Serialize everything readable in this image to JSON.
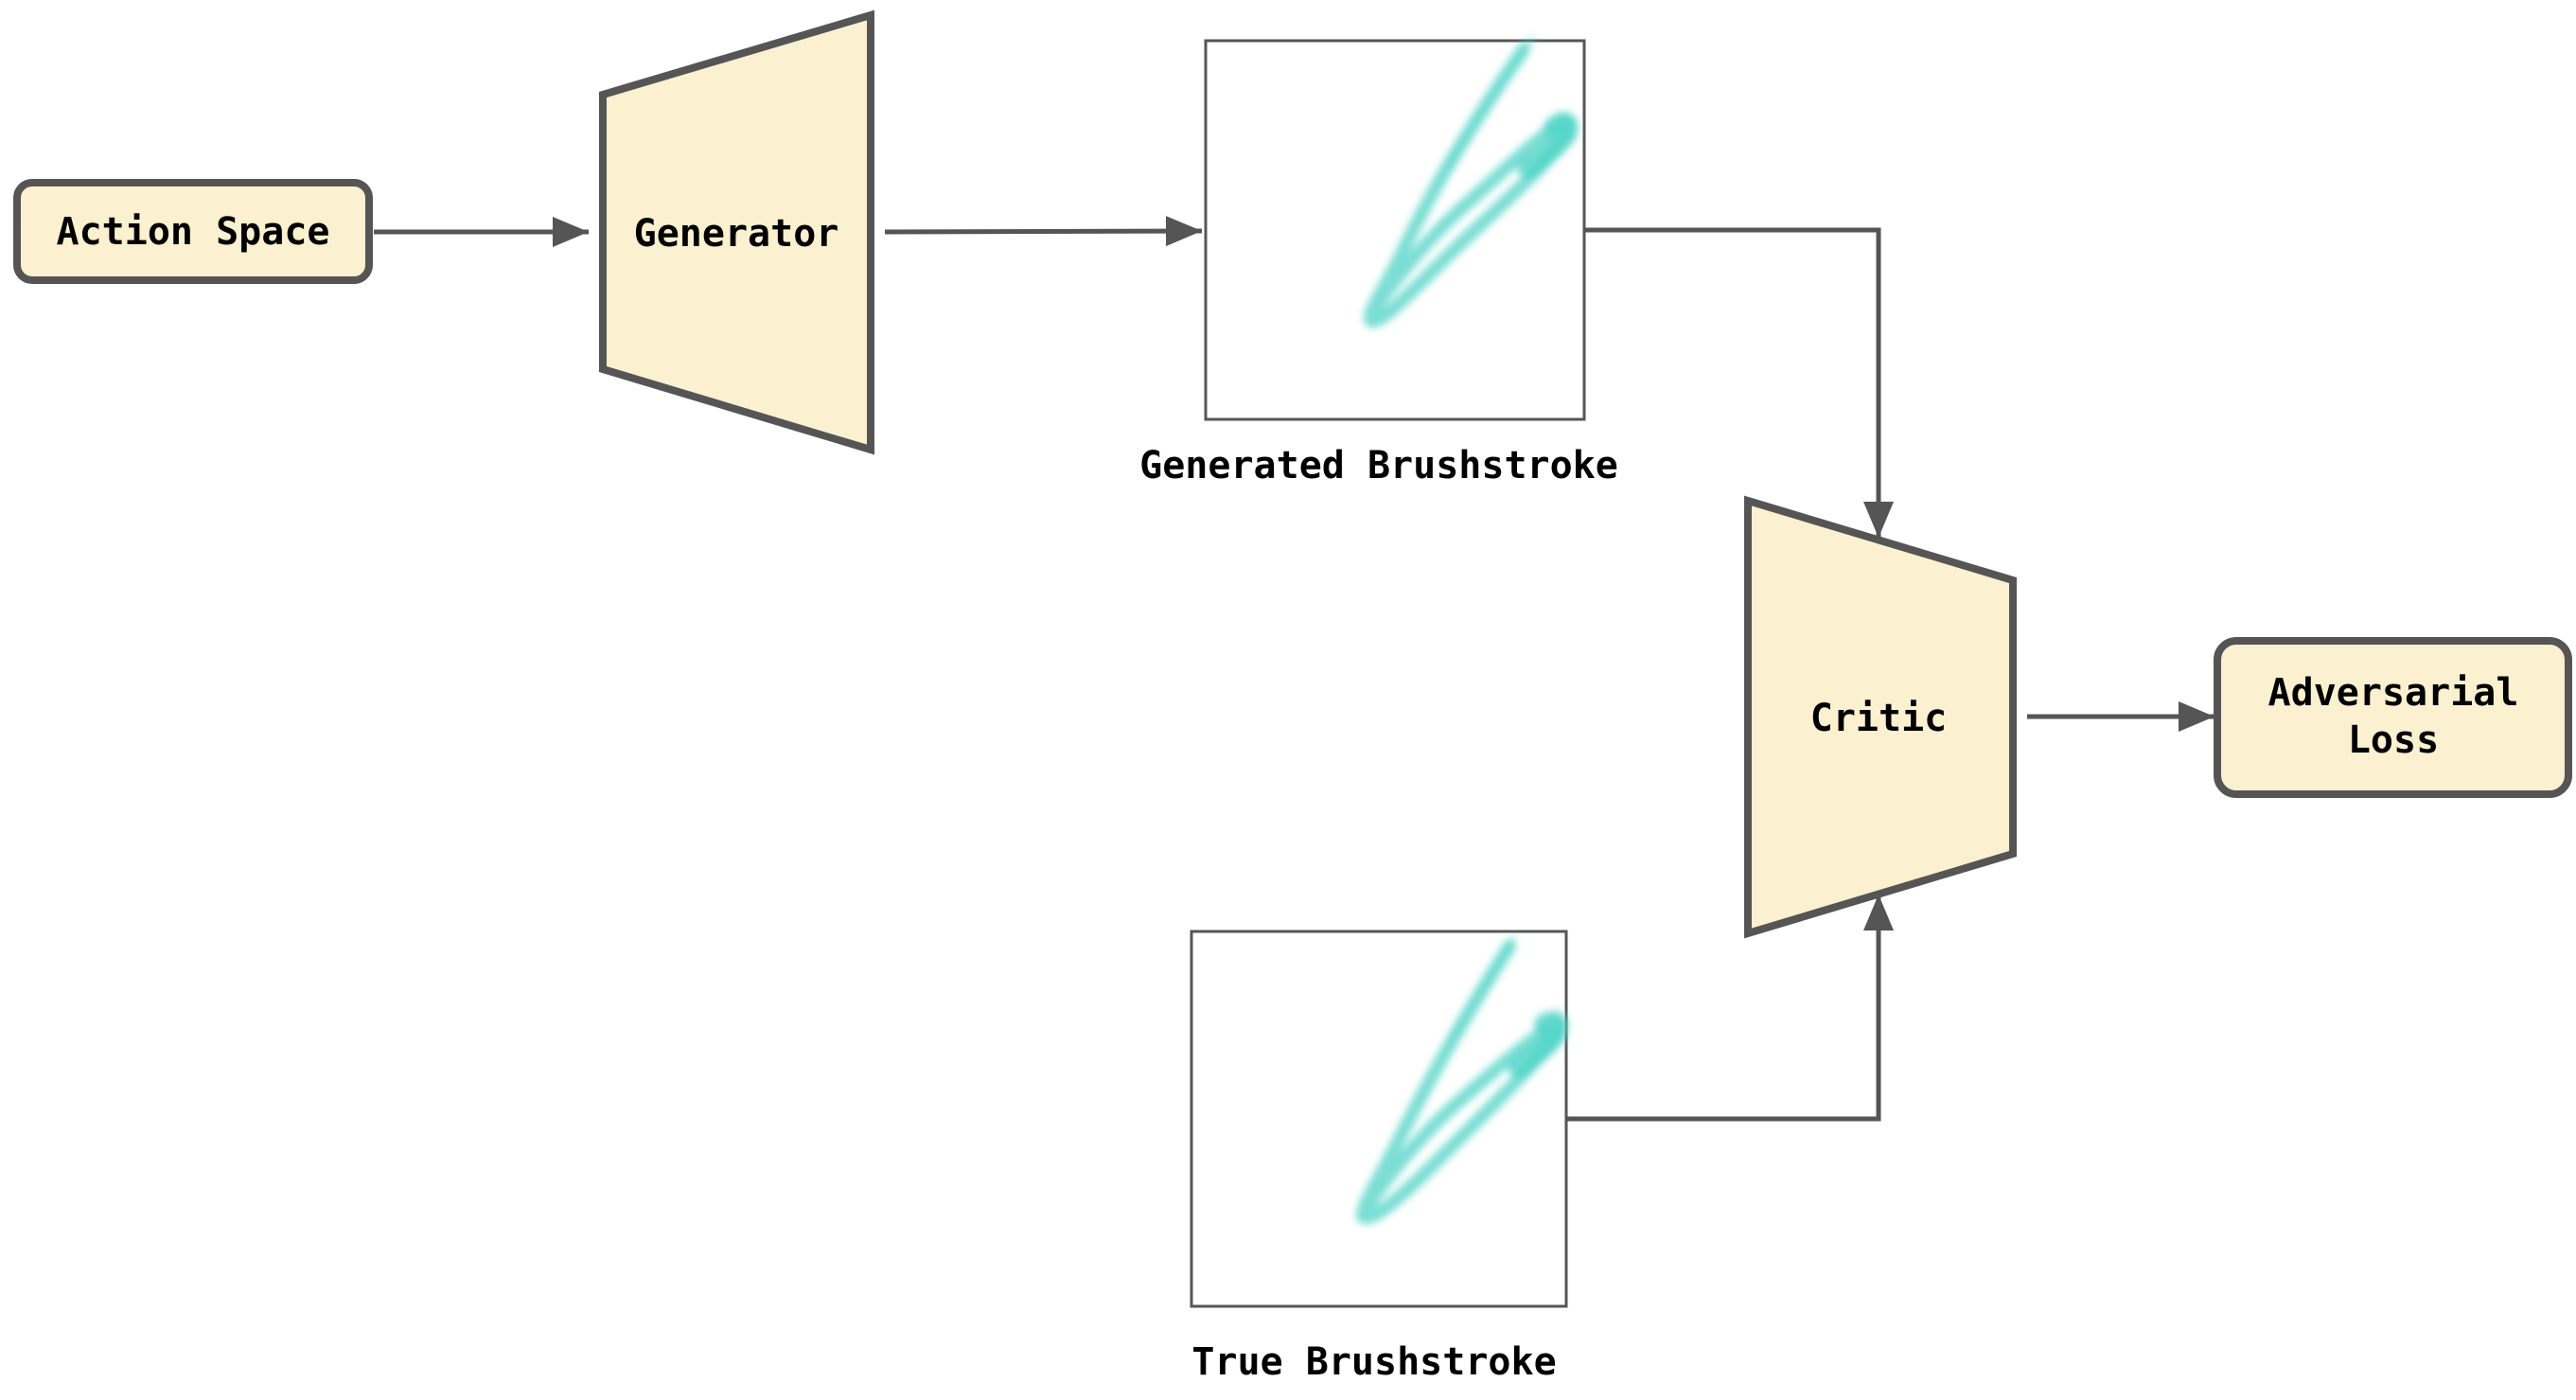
{
  "nodes": {
    "action_space": {
      "label": "Action Space"
    },
    "generator": {
      "label": "Generator"
    },
    "generated_brushstroke": {
      "caption": "Generated Brushstroke"
    },
    "critic": {
      "label": "Critic"
    },
    "true_brushstroke": {
      "caption": "True Brushstroke"
    },
    "adversarial_loss": {
      "label_line1": "Adversarial",
      "label_line2": "Loss"
    }
  },
  "edges": [
    {
      "from": "Action Space",
      "to": "Generator"
    },
    {
      "from": "Generator",
      "to": "Generated Brushstroke"
    },
    {
      "from": "Generated Brushstroke",
      "to": "Critic"
    },
    {
      "from": "True Brushstroke",
      "to": "Critic"
    },
    {
      "from": "Critic",
      "to": "Adversarial Loss"
    }
  ],
  "colors": {
    "node_fill": "#FBF0CF",
    "node_stroke": "#555555",
    "edge": "#555555",
    "brushstroke": "#4FD3C6"
  }
}
